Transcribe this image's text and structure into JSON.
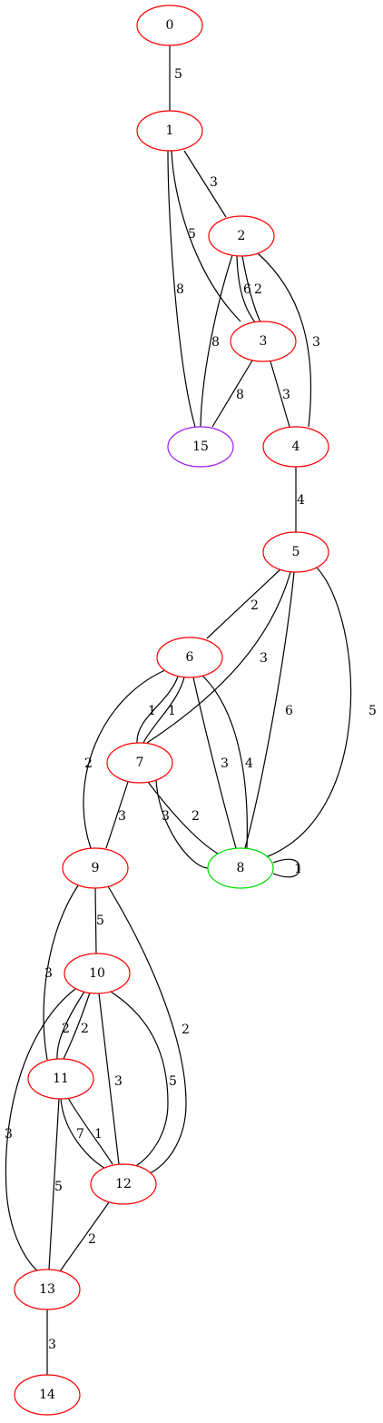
{
  "graph": {
    "nodes": [
      {
        "id": "0",
        "label": "0",
        "color": "#ff0000"
      },
      {
        "id": "1",
        "label": "1",
        "color": "#ff0000"
      },
      {
        "id": "2",
        "label": "2",
        "color": "#ff0000"
      },
      {
        "id": "3",
        "label": "3",
        "color": "#ff0000"
      },
      {
        "id": "4",
        "label": "4",
        "color": "#ff0000"
      },
      {
        "id": "5",
        "label": "5",
        "color": "#ff0000"
      },
      {
        "id": "6",
        "label": "6",
        "color": "#ff0000"
      },
      {
        "id": "7",
        "label": "7",
        "color": "#ff0000"
      },
      {
        "id": "8",
        "label": "8",
        "color": "#00dd00"
      },
      {
        "id": "9",
        "label": "9",
        "color": "#ff0000"
      },
      {
        "id": "10",
        "label": "10",
        "color": "#ff0000"
      },
      {
        "id": "11",
        "label": "11",
        "color": "#ff0000"
      },
      {
        "id": "12",
        "label": "12",
        "color": "#ff0000"
      },
      {
        "id": "13",
        "label": "13",
        "color": "#ff0000"
      },
      {
        "id": "14",
        "label": "14",
        "color": "#ff0000"
      },
      {
        "id": "15",
        "label": "15",
        "color": "#a020f0"
      }
    ],
    "edges": [
      {
        "id": "e0-1",
        "source": "0",
        "target": "1",
        "weight": "5"
      },
      {
        "id": "e1-2",
        "source": "1",
        "target": "2",
        "weight": "3"
      },
      {
        "id": "e1-3",
        "source": "1",
        "target": "3",
        "weight": "5"
      },
      {
        "id": "e1-15",
        "source": "1",
        "target": "15",
        "weight": "8"
      },
      {
        "id": "e2-3a",
        "source": "2",
        "target": "3",
        "weight": "6"
      },
      {
        "id": "e2-3b",
        "source": "2",
        "target": "3",
        "weight": "2"
      },
      {
        "id": "e2-15",
        "source": "2",
        "target": "15",
        "weight": "8"
      },
      {
        "id": "e2-4",
        "source": "2",
        "target": "4",
        "weight": "3"
      },
      {
        "id": "e3-15",
        "source": "3",
        "target": "15",
        "weight": "8"
      },
      {
        "id": "e3-4",
        "source": "3",
        "target": "4",
        "weight": "3"
      },
      {
        "id": "e4-5",
        "source": "4",
        "target": "5",
        "weight": "4"
      },
      {
        "id": "e5-6",
        "source": "5",
        "target": "6",
        "weight": "2"
      },
      {
        "id": "e5-7",
        "source": "5",
        "target": "7",
        "weight": "3"
      },
      {
        "id": "e5-8a",
        "source": "5",
        "target": "8",
        "weight": "6"
      },
      {
        "id": "e5-8b",
        "source": "5",
        "target": "8",
        "weight": "5"
      },
      {
        "id": "e6-7a",
        "source": "6",
        "target": "7",
        "weight": "1"
      },
      {
        "id": "e6-7b",
        "source": "6",
        "target": "7",
        "weight": "1"
      },
      {
        "id": "e6-8a",
        "source": "6",
        "target": "8",
        "weight": "3"
      },
      {
        "id": "e6-8b",
        "source": "6",
        "target": "8",
        "weight": "4"
      },
      {
        "id": "e6-9",
        "source": "6",
        "target": "9",
        "weight": "2"
      },
      {
        "id": "e7-8a",
        "source": "7",
        "target": "8",
        "weight": "3"
      },
      {
        "id": "e7-8b",
        "source": "7",
        "target": "8",
        "weight": "2"
      },
      {
        "id": "e7-9",
        "source": "7",
        "target": "9",
        "weight": "3"
      },
      {
        "id": "e8-8",
        "source": "8",
        "target": "8",
        "weight": "1"
      },
      {
        "id": "e9-10",
        "source": "9",
        "target": "10",
        "weight": "5"
      },
      {
        "id": "e9-11",
        "source": "9",
        "target": "11",
        "weight": "3"
      },
      {
        "id": "e9-12",
        "source": "9",
        "target": "12",
        "weight": "2"
      },
      {
        "id": "e10-11a",
        "source": "10",
        "target": "11",
        "weight": "2"
      },
      {
        "id": "e10-11b",
        "source": "10",
        "target": "11",
        "weight": "2"
      },
      {
        "id": "e10-12a",
        "source": "10",
        "target": "12",
        "weight": "3"
      },
      {
        "id": "e10-12b",
        "source": "10",
        "target": "12",
        "weight": "5"
      },
      {
        "id": "e10-13",
        "source": "10",
        "target": "13",
        "weight": "3"
      },
      {
        "id": "e11-12a",
        "source": "11",
        "target": "12",
        "weight": "7"
      },
      {
        "id": "e11-12b",
        "source": "11",
        "target": "12",
        "weight": "1"
      },
      {
        "id": "e11-13",
        "source": "11",
        "target": "13",
        "weight": "5"
      },
      {
        "id": "e12-13",
        "source": "12",
        "target": "13",
        "weight": "2"
      },
      {
        "id": "e13-14",
        "source": "13",
        "target": "14",
        "weight": "3"
      }
    ]
  }
}
